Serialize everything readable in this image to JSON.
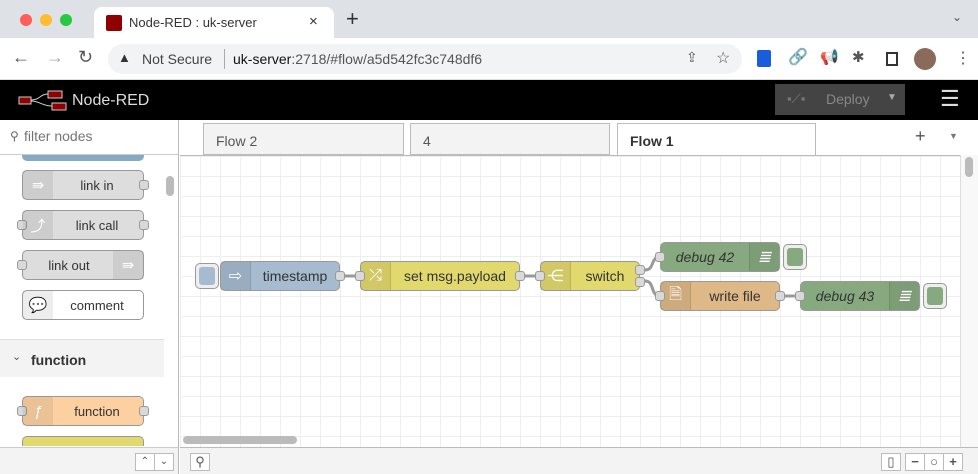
{
  "browser": {
    "tab_title": "Node-RED : uk-server",
    "security": "Not Secure",
    "url_host": "uk-server",
    "url_rest": ":2718/#flow/a5d542fc3c748df6"
  },
  "header": {
    "title": "Node-RED",
    "deploy_label": "Deploy"
  },
  "palette": {
    "filter_placeholder": "filter nodes",
    "nodes": [
      {
        "label": "link in",
        "color": "#dddddd"
      },
      {
        "label": "link call",
        "color": "#dddddd"
      },
      {
        "label": "link out",
        "color": "#dddddd"
      },
      {
        "label": "comment",
        "color": "#ffffff"
      }
    ],
    "category": "function",
    "function_nodes": [
      {
        "label": "function",
        "color": "#fdd0a2"
      }
    ]
  },
  "tabs": [
    {
      "label": "Flow 2"
    },
    {
      "label": "4"
    },
    {
      "label": "Flow 1",
      "active": true
    }
  ],
  "flow": {
    "nodes": [
      {
        "label": "timestamp",
        "type": "inject",
        "color": "#a6bbcf"
      },
      {
        "label": "set msg.payload",
        "type": "change",
        "color": "#e2d96e"
      },
      {
        "label": "switch",
        "type": "switch",
        "color": "#e2d96e"
      },
      {
        "label": "debug 42",
        "type": "debug",
        "color": "#87a980"
      },
      {
        "label": "write file",
        "type": "file",
        "color": "#deb887"
      },
      {
        "label": "debug 43",
        "type": "debug",
        "color": "#87a980"
      }
    ]
  }
}
